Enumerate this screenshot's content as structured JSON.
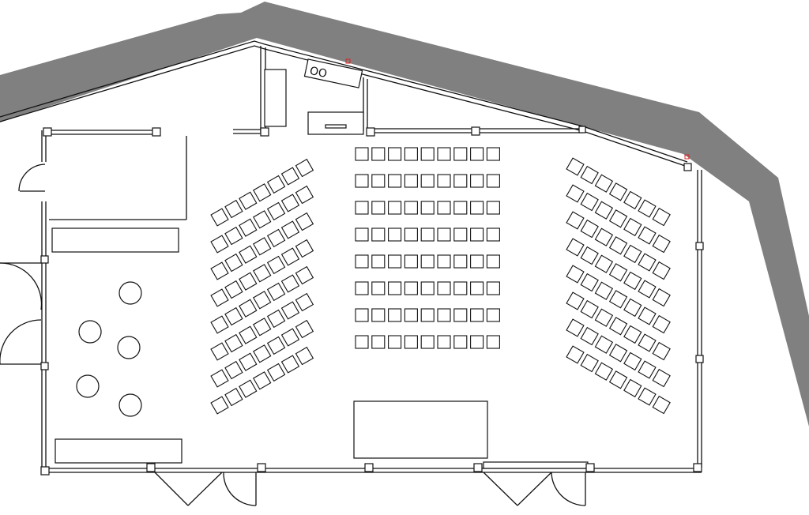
{
  "plan": {
    "colors": {
      "background": "#ffffff",
      "outer_wall": "#808080",
      "linework": "#111111",
      "marker": "#e02020"
    },
    "seating": {
      "center_block": {
        "rows": 8,
        "seats_per_row": 9
      },
      "left_block": {
        "rows": 8,
        "seats_per_row": 7
      },
      "right_block": {
        "rows": 8,
        "seats_per_row": 7
      }
    },
    "round_tables": 5,
    "fixture_label": "OO"
  }
}
